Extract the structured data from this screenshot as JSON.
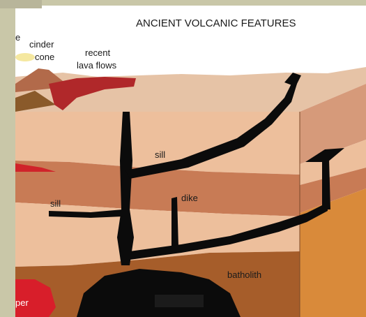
{
  "diagram": {
    "title": "ANCIENT VOLCANIC FEATURES",
    "labels": {
      "partial_left": "e",
      "cinder_cone": "cinder\ncone",
      "recent_lava_flows": "recent\nlava flows",
      "sill_upper": "sill",
      "sill_lower": "sill",
      "dike": "dike",
      "batholith": "batholith",
      "partial_bottom_left": "per"
    },
    "colors": {
      "background": "#c9c7a8",
      "sky": "#ffffff",
      "surface_top": "#e6c3a6",
      "layer_light": "#edbf9c",
      "layer_mid": "#c87b55",
      "layer_brown": "#a65d2a",
      "side_face": "#d98a3a",
      "magma": "#0b0b0b",
      "lava_red": "#b0282a",
      "cone": "#b26a4a",
      "yellow_blob": "#f5e8a0"
    }
  }
}
